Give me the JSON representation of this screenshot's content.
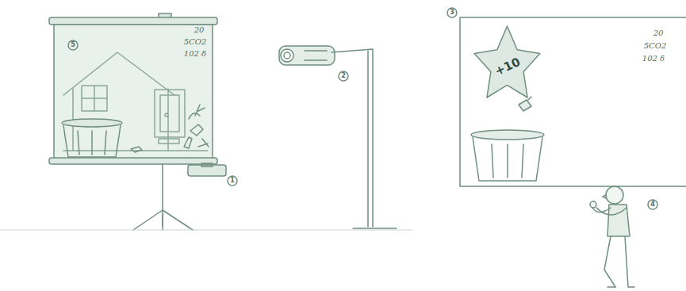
{
  "diagram": {
    "nodes": [
      {
        "text": [
          "+10"
        ]
      }
    ],
    "labels": [
      "5",
      "20",
      "5CO2",
      "102 δ",
      "2",
      "1",
      "3",
      "20",
      "5CO2",
      "102 δ",
      "4"
    ]
  }
}
